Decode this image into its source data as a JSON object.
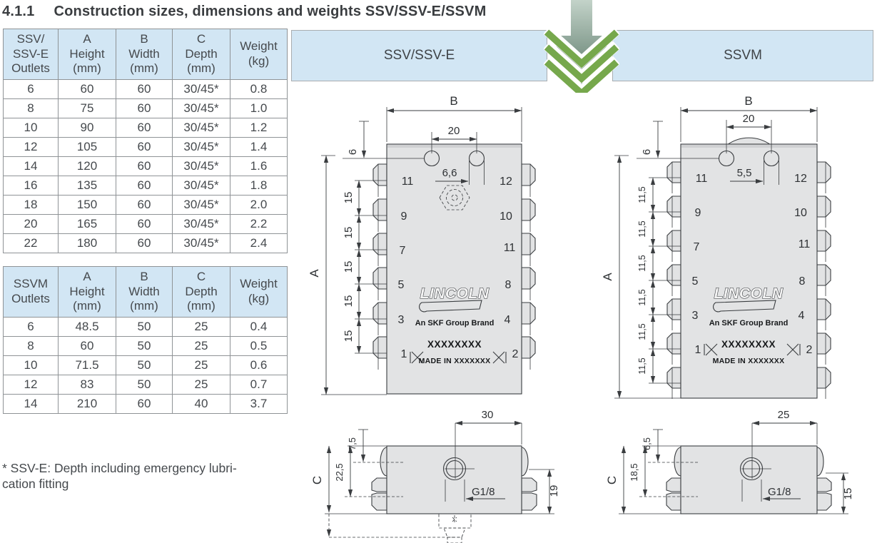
{
  "title": {
    "number": "4.1.1",
    "text": "Construction sizes, dimensions and weights SSV/SSV-E/SSVM"
  },
  "tables": {
    "ssv": {
      "headers": [
        "SSV/\nSSV-E\nOutlets",
        "A\nHeight\n(mm)",
        "B\nWidth\n(mm)",
        "C\nDepth\n(mm)",
        "Weight\n(kg)"
      ],
      "rows": [
        [
          "6",
          "60",
          "60",
          "30/45*",
          "0.8"
        ],
        [
          "8",
          "75",
          "60",
          "30/45*",
          "1.0"
        ],
        [
          "10",
          "90",
          "60",
          "30/45*",
          "1.2"
        ],
        [
          "12",
          "105",
          "60",
          "30/45*",
          "1.4"
        ],
        [
          "14",
          "120",
          "60",
          "30/45*",
          "1.6"
        ],
        [
          "16",
          "135",
          "60",
          "30/45*",
          "1.8"
        ],
        [
          "18",
          "150",
          "60",
          "30/45*",
          "2.0"
        ],
        [
          "20",
          "165",
          "60",
          "30/45*",
          "2.2"
        ],
        [
          "22",
          "180",
          "60",
          "30/45*",
          "2.4"
        ]
      ]
    },
    "ssvm": {
      "headers": [
        "SSVM\nOutlets",
        "A\nHeight\n(mm)",
        "B\nWidth\n(mm)",
        "C\nDepth\n(mm)",
        "Weight\n(kg)"
      ],
      "rows": [
        [
          "6",
          "48.5",
          "50",
          "25",
          "0.4"
        ],
        [
          "8",
          "60",
          "50",
          "25",
          "0.5"
        ],
        [
          "10",
          "71.5",
          "50",
          "25",
          "0.6"
        ],
        [
          "12",
          "83",
          "50",
          "25",
          "0.7"
        ],
        [
          "14",
          "210",
          "60",
          "40",
          "3.7"
        ]
      ]
    }
  },
  "footnote": "* SSV-E: Depth including emergency lubri-\ncation fitting",
  "panels": {
    "left_label": "SSV/SSV-E",
    "right_label": "SSVM"
  },
  "diagrams": {
    "ssv": {
      "dims": {
        "overall_width": "B",
        "hole_spacing": "20",
        "hole_edge": "6",
        "hole_dia": "6,6",
        "overall_height": "A",
        "outlet_spacing": "15",
        "inlet_to_edge": "30",
        "depth1": "7,5",
        "depth2": "22,5",
        "overall_depth": "C",
        "inlet_thread": "G1/8",
        "outlet_height": "19"
      },
      "outlets_left": [
        "11",
        "9",
        "7",
        "5",
        "3",
        "1"
      ],
      "outlets_right": [
        "12",
        "10",
        "11",
        "8",
        "4",
        "2"
      ],
      "brand": {
        "logo": "LINCOLN",
        "tagline": "An SKF Group Brand",
        "serial": "XXXXXXXX",
        "origin": "MADE IN XXXXXXX"
      }
    },
    "ssvm": {
      "dims": {
        "overall_width": "B",
        "hole_spacing": "20",
        "hole_edge": "6",
        "hole_dia": "5,5",
        "overall_height": "A",
        "outlet_spacing": "11,5",
        "inlet_to_edge": "25",
        "depth1": "6,5",
        "depth2": "18,5",
        "overall_depth": "C",
        "inlet_thread": "G1/8",
        "outlet_height": "15"
      },
      "outlets_left": [
        "11",
        "9",
        "7",
        "5",
        "3",
        "1"
      ],
      "outlets_right": [
        "12",
        "10",
        "11",
        "8",
        "4",
        "2"
      ],
      "brand": {
        "logo": "LINCOLN",
        "tagline": "An SKF Group Brand",
        "serial": "XXXXXXXX",
        "origin": "MADE IN XXXXXXX"
      }
    }
  },
  "colors": {
    "header-blue": "#d2e6f4",
    "body-gray": "#e2e3e4",
    "line-dark": "#3a3d40",
    "arrow-green": "#76a84c",
    "arrow-grad-top": "#c3d3c9",
    "arrow-grad-bottom": "#587666"
  }
}
